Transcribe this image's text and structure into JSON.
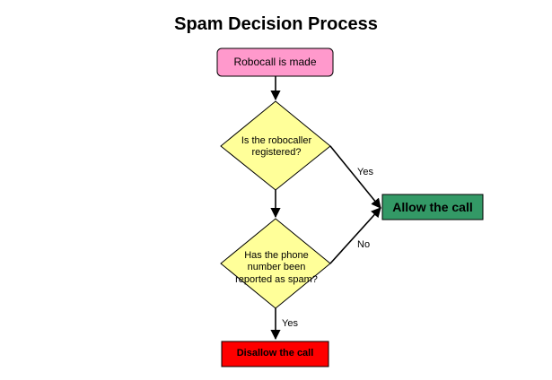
{
  "title": "Spam Decision Process",
  "nodes": {
    "start": "Robocall is made",
    "decision_registered": "Is the robocaller registered?",
    "decision_reported": "Has the phone number been reported as spam?",
    "allow": "Allow the call",
    "disallow": "Disallow the call"
  },
  "edges": {
    "registered_yes": "Yes",
    "reported_no": "No",
    "reported_yes": "Yes"
  },
  "colors": {
    "start_fill": "#ff99cc",
    "decision_fill": "#ffff99",
    "allow_fill": "#339966",
    "disallow_fill": "#ff0000"
  }
}
